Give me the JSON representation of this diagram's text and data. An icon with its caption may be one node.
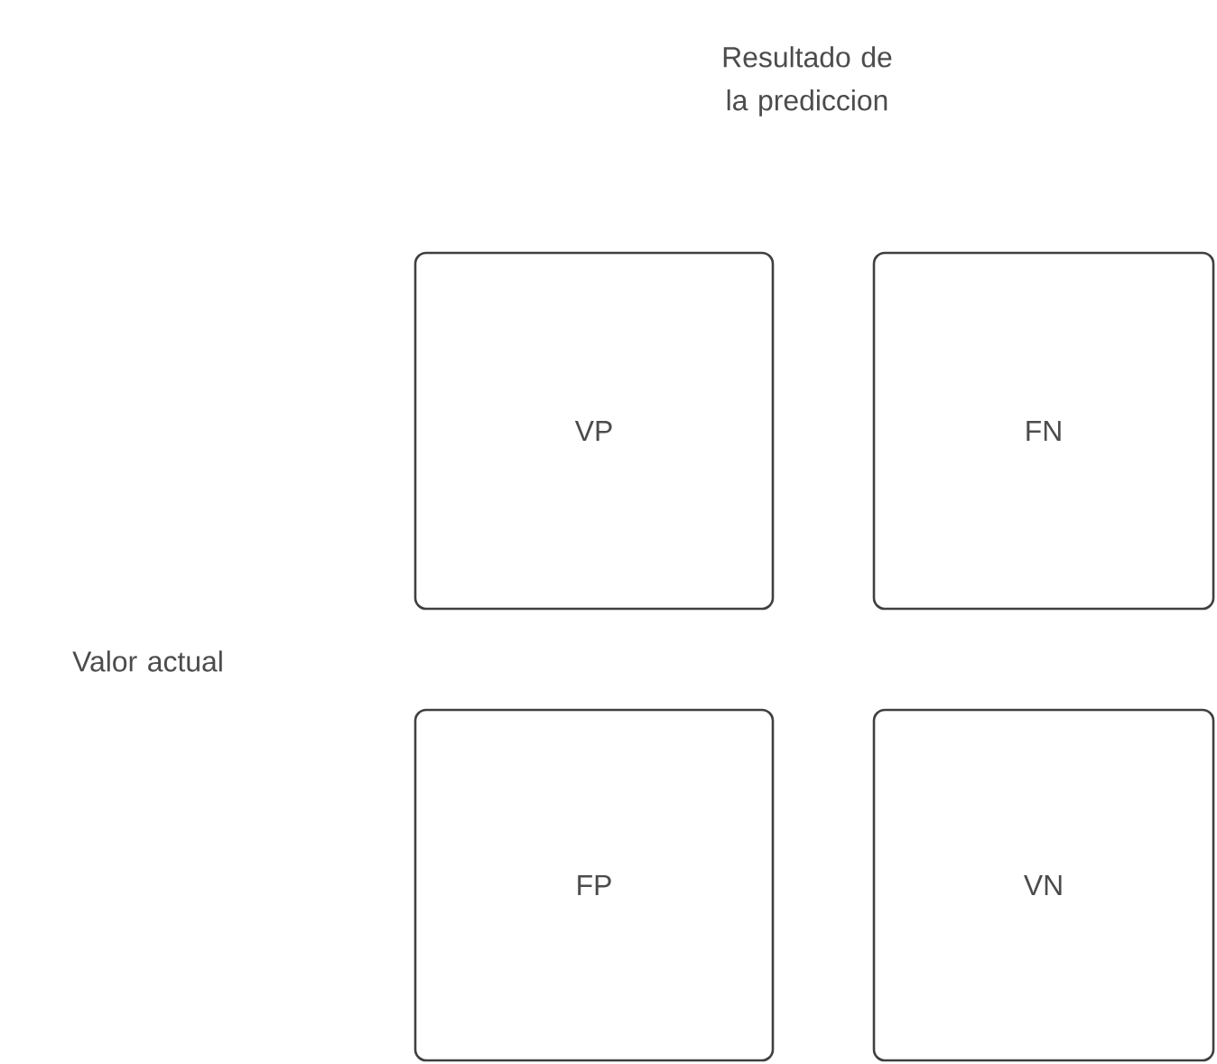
{
  "diagram": {
    "nodes": [
      {
        "text": [
          "VP"
        ]
      },
      {
        "text": [
          "FN"
        ]
      },
      {
        "text": [
          "FP"
        ]
      },
      {
        "text": [
          "VN"
        ]
      }
    ],
    "labels": [
      "Resultado de la prediccion",
      "Valor actual"
    ]
  }
}
